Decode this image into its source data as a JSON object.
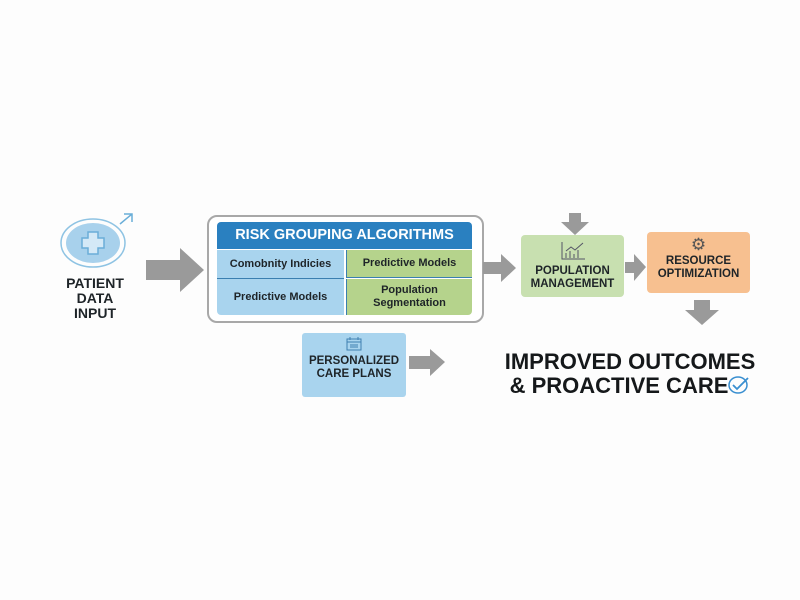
{
  "patient": {
    "label_lines": [
      "PATIENT",
      "DATA",
      "INPUT"
    ],
    "icon": "medical-cross-icon"
  },
  "risk": {
    "title": "RISK GROUPING ALGORITHMS",
    "cells": [
      "Comobnity Indicies",
      "Predictive Models",
      "Predictive Models",
      "Population Segmentation"
    ]
  },
  "population": {
    "label_lines": [
      "POPULATION",
      "MANAGEMENT"
    ],
    "icon": "bar-chart-icon"
  },
  "resource": {
    "label_lines": [
      "RESOURCE",
      "OPTIMIZATION"
    ],
    "icon": "gear-icon"
  },
  "care": {
    "label_lines": [
      "PERSONALIZED",
      "CARE PLANS"
    ],
    "icon": "calendar-icon"
  },
  "outcome": {
    "lines": [
      "IMPROVED OUTCOMES",
      "& PROACTIVE CARE"
    ],
    "icon": "check-circle-icon"
  },
  "colors": {
    "blue_header": "#2a80c0",
    "light_blue": "#a9d4ee",
    "green": "#b5d38c",
    "pop_green": "#c8e0b0",
    "orange": "#f7c090",
    "arrow": "#9a9a9a"
  }
}
